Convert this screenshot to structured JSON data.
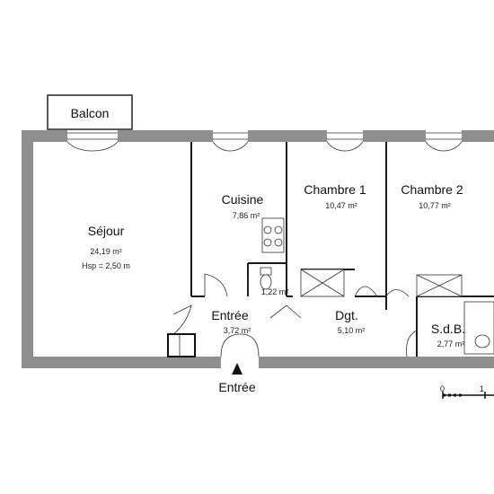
{
  "rooms": {
    "sejour": {
      "name": "Séjour",
      "area": "24,19 m²",
      "hsp": "Hsp = 2,50 m"
    },
    "cuisine": {
      "name": "Cuisine",
      "area": "7,86 m²"
    },
    "chambre1": {
      "name": "Chambre 1",
      "area": "10,47 m²"
    },
    "chambre2": {
      "name": "Chambre 2",
      "area": "10,77 m²"
    },
    "entree": {
      "name": "Entrée",
      "area": "3,72 m²"
    },
    "wc": {
      "area": "1,22 m²"
    },
    "dgt": {
      "name": "Dgt.",
      "area": "5,10 m²"
    },
    "sdb": {
      "name": "S.d.B.",
      "area": "2,77 m²"
    },
    "balcon": {
      "name": "Balcon"
    }
  },
  "entrance_label": "Entrée",
  "scale": {
    "start": "0",
    "end": "1"
  },
  "colors": {
    "wall": "#8f8f8f",
    "line": "#1a1a1a",
    "background": "#ffffff"
  }
}
